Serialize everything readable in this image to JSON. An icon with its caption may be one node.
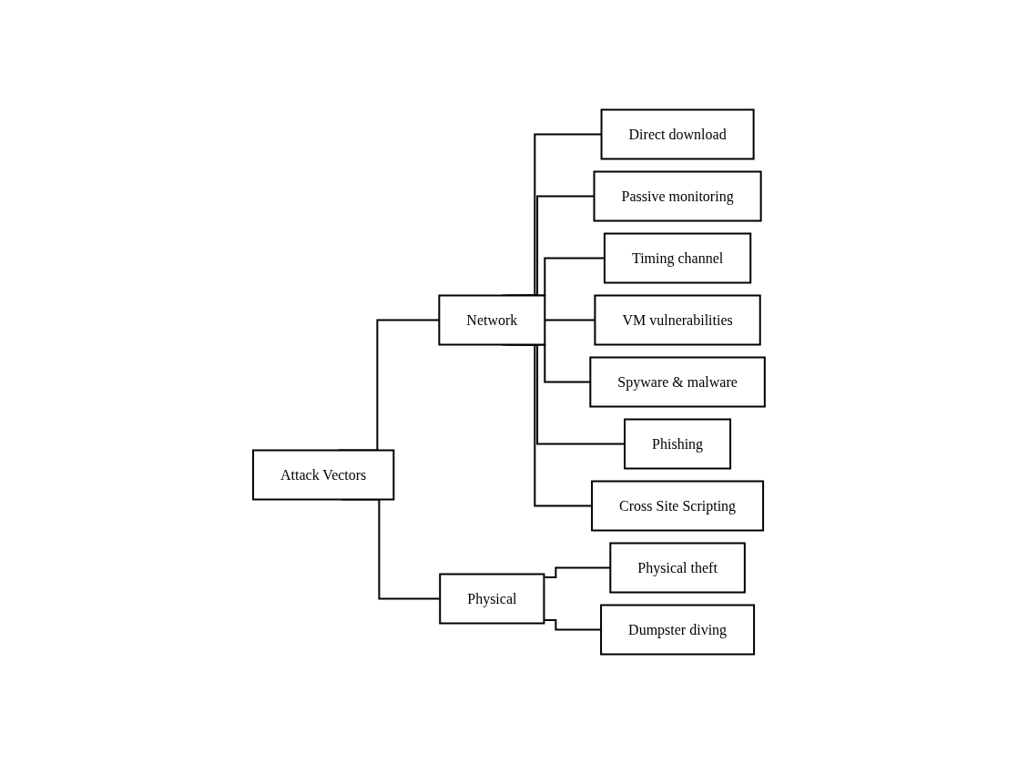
{
  "diagram": {
    "nodes": [
      {
        "text": [
          "Attack Vectors"
        ]
      },
      {
        "text": [
          "Network"
        ]
      },
      {
        "text": [
          "Direct download"
        ]
      },
      {
        "text": [
          "Passive monitoring"
        ]
      },
      {
        "text": [
          "Timing channel"
        ]
      },
      {
        "text": [
          "VM vulnerabilities"
        ]
      },
      {
        "text": [
          "Spyware & malware"
        ]
      },
      {
        "text": [
          "Phishing"
        ]
      },
      {
        "text": [
          "Cross Site Scripting"
        ]
      },
      {
        "text": [
          "Physical"
        ]
      },
      {
        "text": [
          "Physical theft"
        ]
      },
      {
        "text": [
          "Dumpster diving"
        ]
      }
    ],
    "edges": [
      {
        "from": 0,
        "to": 1,
        "arrow": "none"
      },
      {
        "from": 0,
        "to": 9,
        "arrow": "none"
      },
      {
        "from": 1,
        "to": 2,
        "arrow": "none"
      },
      {
        "from": 1,
        "to": 3,
        "arrow": "none"
      },
      {
        "from": 1,
        "to": 4,
        "arrow": "none"
      },
      {
        "from": 1,
        "to": 5,
        "arrow": "none"
      },
      {
        "from": 1,
        "to": 6,
        "arrow": "none"
      },
      {
        "from": 1,
        "to": 7,
        "arrow": "none"
      },
      {
        "from": 1,
        "to": 8,
        "arrow": "none"
      },
      {
        "from": 9,
        "to": 10,
        "arrow": "none"
      },
      {
        "from": 9,
        "to": 11,
        "arrow": "none"
      }
    ]
  }
}
